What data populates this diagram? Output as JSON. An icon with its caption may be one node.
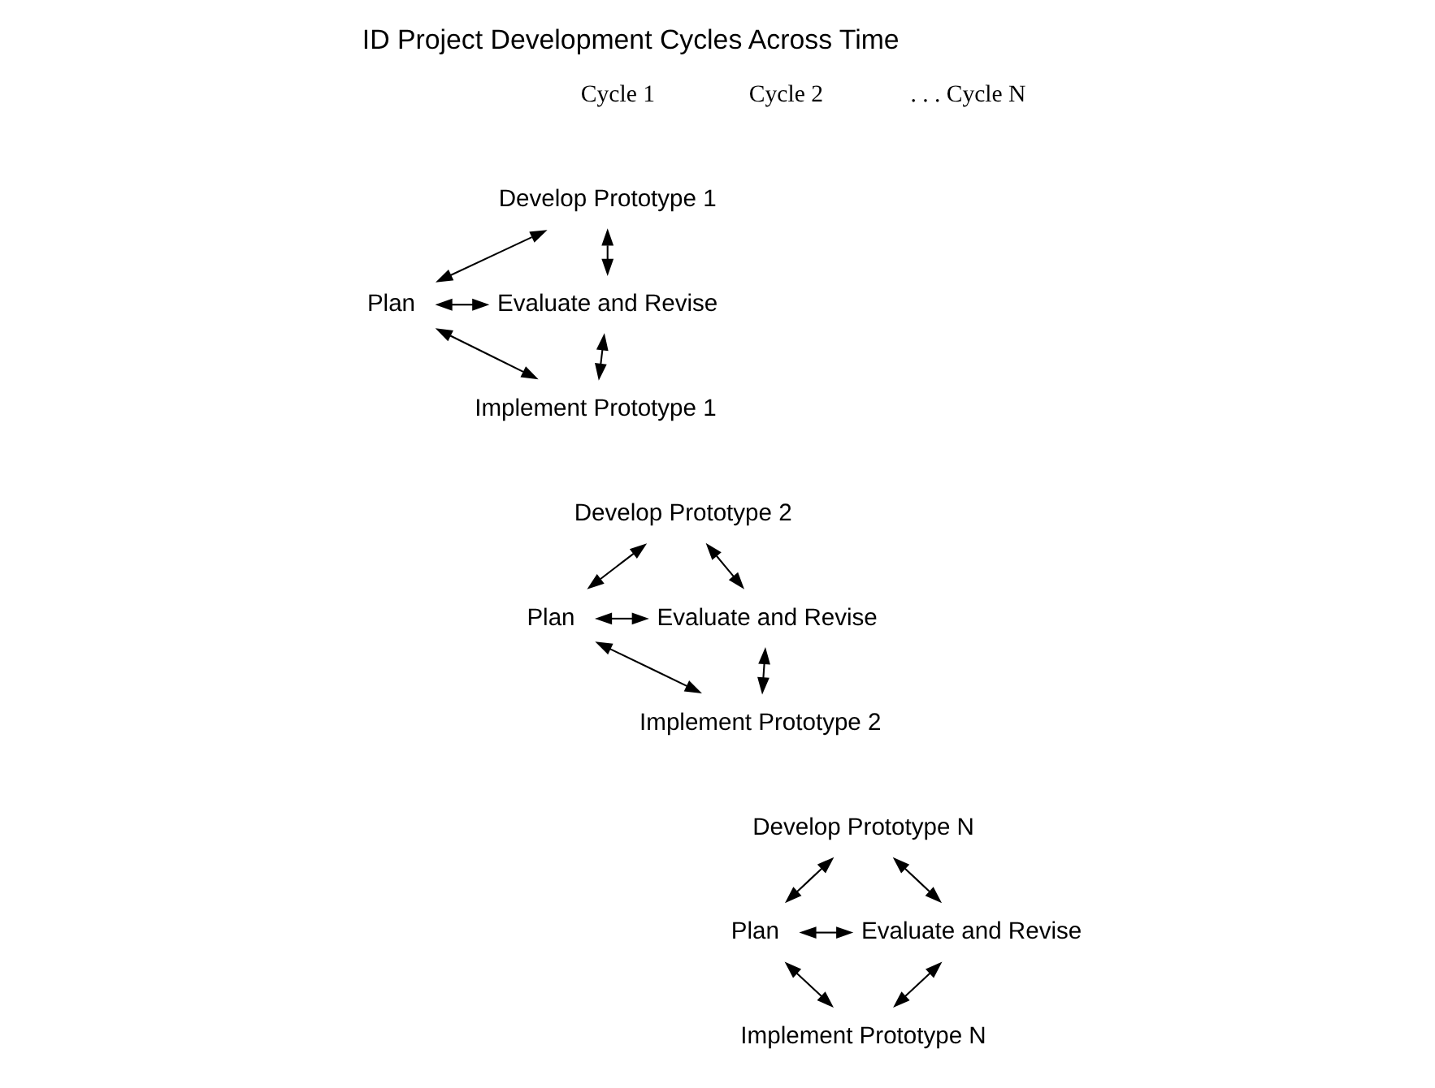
{
  "diagram": {
    "title": "ID Project Development Cycles Across Time",
    "nodes": [
      {
        "text": [
          "Develop Prototype 1"
        ]
      },
      {
        "text": [
          "Plan"
        ]
      },
      {
        "text": [
          "Evaluate and Revise"
        ]
      },
      {
        "text": [
          "Implement Prototype 1"
        ]
      },
      {
        "text": [
          "Develop Prototype 2"
        ]
      },
      {
        "text": [
          "Plan"
        ]
      },
      {
        "text": [
          "Evaluate and Revise"
        ]
      },
      {
        "text": [
          "Implement Prototype 2"
        ]
      },
      {
        "text": [
          "Develop Prototype N"
        ]
      },
      {
        "text": [
          "Plan"
        ]
      },
      {
        "text": [
          "Evaluate and Revise"
        ]
      },
      {
        "text": [
          "Implement Prototype N"
        ]
      }
    ],
    "edges": [
      {
        "from": 0,
        "to": 1,
        "arrow": "both"
      },
      {
        "from": 0,
        "to": 2,
        "arrow": "both"
      },
      {
        "from": 1,
        "to": 2,
        "arrow": "both"
      },
      {
        "from": 1,
        "to": 3,
        "arrow": "both"
      },
      {
        "from": 3,
        "to": 2,
        "arrow": "both"
      },
      {
        "from": 4,
        "to": 5,
        "arrow": "both"
      },
      {
        "from": 4,
        "to": 6,
        "arrow": "both"
      },
      {
        "from": 5,
        "to": 6,
        "arrow": "both"
      },
      {
        "from": 5,
        "to": 7,
        "arrow": "both"
      },
      {
        "from": 7,
        "to": 6,
        "arrow": "both"
      },
      {
        "from": 8,
        "to": 9,
        "arrow": "both"
      },
      {
        "from": 8,
        "to": 10,
        "arrow": "both"
      },
      {
        "from": 9,
        "to": 10,
        "arrow": "both"
      },
      {
        "from": 9,
        "to": 11,
        "arrow": "both"
      },
      {
        "from": 11,
        "to": 10,
        "arrow": "both"
      }
    ],
    "labels": [
      "Cycle 1",
      "Cycle 2",
      ". . . Cycle N"
    ]
  }
}
